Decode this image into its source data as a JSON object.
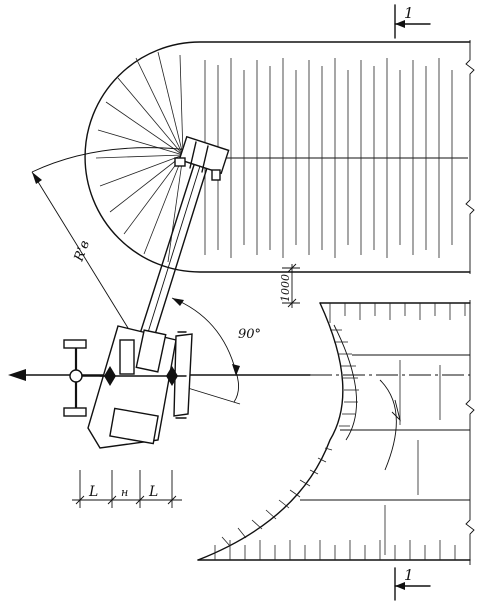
{
  "labels": {
    "section_top": "1",
    "section_bottom": "1",
    "dim_clearance": "1000",
    "angle": "90°",
    "radius": "R'в",
    "dim_left": "L",
    "dim_middle": "н",
    "dim_right": "L"
  }
}
